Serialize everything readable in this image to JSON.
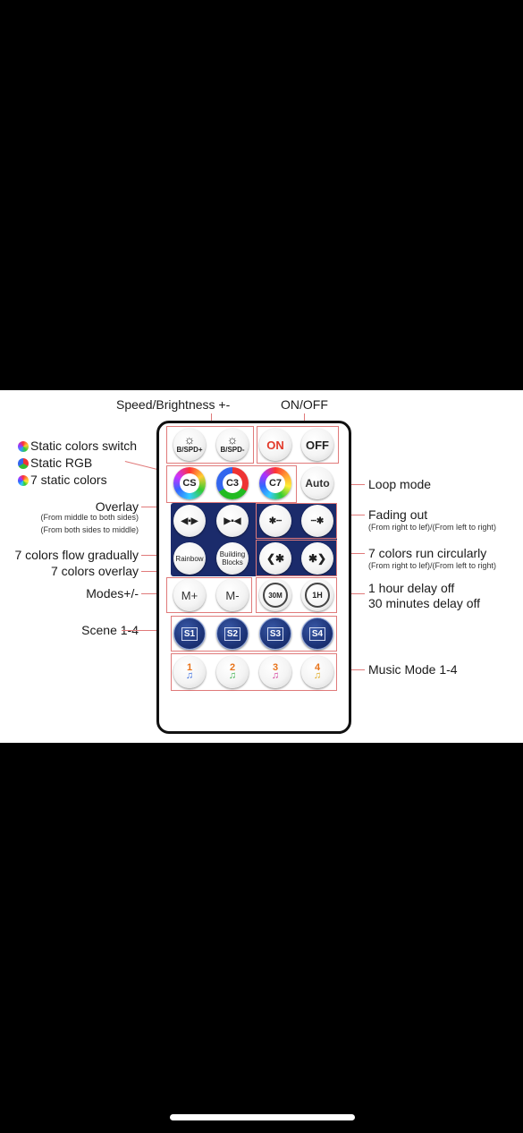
{
  "labels": {
    "speed_brightness": "Speed/Brightness +-",
    "on_off": "ON/OFF",
    "static_colors_switch": "Static colors switch",
    "static_rgb": "Static RGB",
    "seven_static_colors": "7 static colors",
    "loop_mode": "Loop mode",
    "overlay": "Overlay",
    "overlay_sub1": "(From middle to both sides)",
    "overlay_sub2": "(From both sides to middle)",
    "fading_out": "Fading out",
    "fading_sub": "(From right to lef)/(From left to right)",
    "seven_colors_flow": "7 colors flow gradually",
    "seven_colors_overlay": "7 colors overlay",
    "seven_colors_run": "7 colors run circularly",
    "run_sub": "(From right to lef)/(From left to right)",
    "modes": "Modes+/-",
    "hour_delay": "1 hour delay off",
    "thirty_delay": "30 minutes delay off",
    "scene": "Scene 1-4",
    "music_mode": "Music Mode 1-4"
  },
  "buttons": {
    "bspd_plus": "B/SPD+",
    "bspd_minus": "B/SPD-",
    "on": "ON",
    "off": "OFF",
    "cs": "CS",
    "c3": "C3",
    "c7": "C7",
    "auto": "Auto",
    "rainbow": "Rainbow",
    "building": "Building",
    "blocks": "Blocks",
    "m_plus": "M+",
    "m_minus": "M-",
    "t30": "30M",
    "t1h": "1H",
    "s1": "S1",
    "s2": "S2",
    "s3": "S3",
    "s4": "S4",
    "n1": "1",
    "n2": "2",
    "n3": "3",
    "n4": "4"
  },
  "colors": {
    "navy": "#1b2b6b",
    "outline_red": "#e07a7a",
    "on_red": "#e23a2a"
  }
}
